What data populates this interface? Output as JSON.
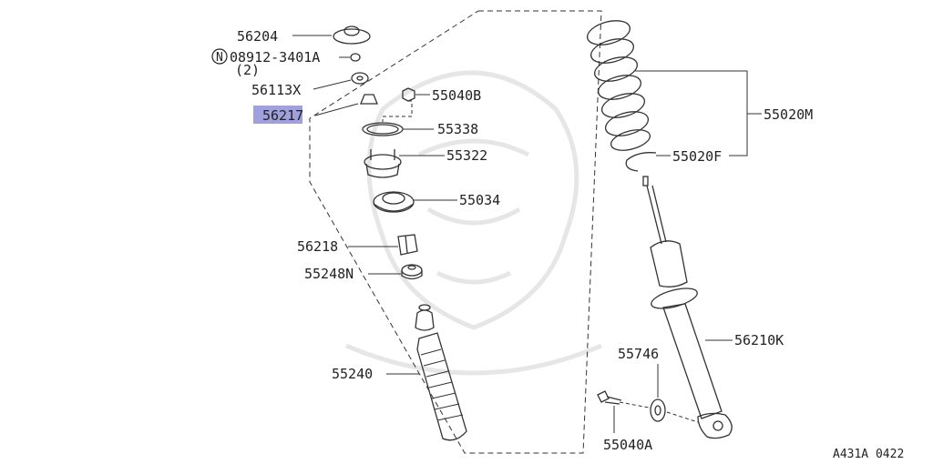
{
  "labels": {
    "p56204": "56204",
    "p08912_circle": "N",
    "p08912": "08912-3401A",
    "p08912_qty": "(2)",
    "p56113x": "56113X",
    "p56217": "56217",
    "p55040b": "55040B",
    "p55338": "55338",
    "p55322": "55322",
    "p55034": "55034",
    "p56218": "56218",
    "p55248n": "55248N",
    "p55240": "55240",
    "p55020m": "55020M",
    "p55020f": "55020F",
    "p56210k": "56210K",
    "p55746": "55746",
    "p55040a": "55040A",
    "code": "A431A 0422"
  },
  "highlight_color": "#8f8fd6"
}
